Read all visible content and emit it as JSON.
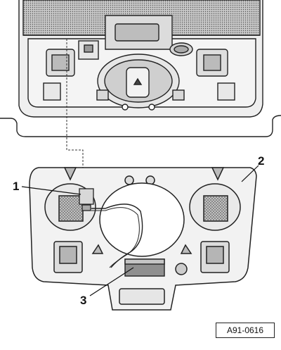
{
  "callouts": [
    {
      "id": "1",
      "label": "1"
    },
    {
      "id": "2",
      "label": "2"
    },
    {
      "id": "3",
      "label": "3"
    }
  ],
  "figure_ref": "A91-0616",
  "colors": {
    "line": "#222222",
    "fill_light": "#eeeeee",
    "fill_mid": "#cfcfcf",
    "fill_dark": "#9a9a9a",
    "hatch": "#777777"
  }
}
